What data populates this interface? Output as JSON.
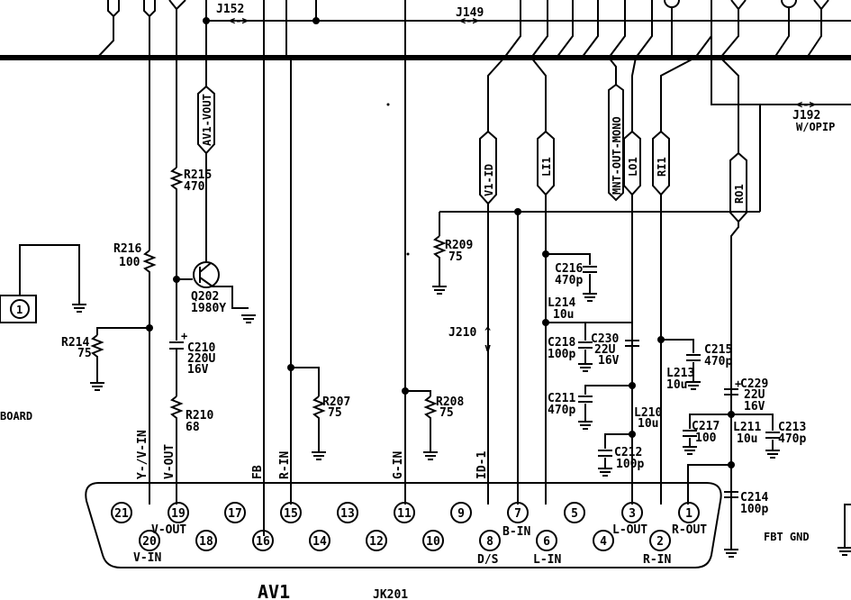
{
  "diagram": {
    "connector_name": "AV1",
    "connector_ref": "JK201",
    "side_label": "BOARD",
    "left_connector_pin": "1",
    "jumpers": {
      "j152": "J152",
      "j149": "J149",
      "j192": "J192",
      "j192_note": "W/OPIP",
      "j210": "J210"
    },
    "net_tags": {
      "av1_vout": "AV1-VOUT",
      "v1_id": "V1-ID",
      "li1": "LI1",
      "mnt_out_mono": "MNT-OUT-MONO",
      "lo1": "LO1",
      "ri1": "RI1",
      "ro1": "RO1"
    },
    "signal_labels": {
      "y_v_in": "Y-/V-IN",
      "v_out": "V-OUT",
      "fb": "FB",
      "r_in": "R-IN",
      "g_in": "G-IN",
      "id_1": "ID-1"
    },
    "pin_labels": {
      "v_in": "V-IN",
      "v_out": "V-OUT",
      "b_in": "B-IN",
      "d_s": "D/S",
      "l_in": "L-IN",
      "l_out": "L-OUT",
      "r_out": "R-OUT",
      "r_in": "R-IN",
      "fbt_gnd": "FBT GND"
    },
    "pins_top": [
      "21",
      "19",
      "17",
      "15",
      "13",
      "11",
      "9",
      "7",
      "5",
      "3",
      "1"
    ],
    "pins_bottom": [
      "20",
      "18",
      "16",
      "14",
      "12",
      "10",
      "8",
      "6",
      "4",
      "2"
    ],
    "components": {
      "r215": {
        "ref": "R215",
        "value": "470"
      },
      "r216": {
        "ref": "R216",
        "value": "100"
      },
      "q202": {
        "ref": "Q202",
        "value": "1980Y"
      },
      "r214": {
        "ref": "R214",
        "value": "75"
      },
      "c210": {
        "ref": "C210",
        "value": "220U",
        "voltage": "16V"
      },
      "r210": {
        "ref": "R210",
        "value": "68"
      },
      "r207": {
        "ref": "R207",
        "value": "75"
      },
      "r208": {
        "ref": "R208",
        "value": "75"
      },
      "r209": {
        "ref": "R209",
        "value": "75"
      },
      "c216": {
        "ref": "C216",
        "value": "470p"
      },
      "l214": {
        "ref": "L214",
        "value": "10u"
      },
      "c218": {
        "ref": "C218",
        "value": "100p"
      },
      "c230": {
        "ref": "C230",
        "value": "22U",
        "voltage": "16V"
      },
      "c211": {
        "ref": "C211",
        "value": "470p"
      },
      "l210": {
        "ref": "L210",
        "value": "10u"
      },
      "c212": {
        "ref": "C212",
        "value": "100p"
      },
      "c215": {
        "ref": "C215",
        "value": "470p"
      },
      "l213": {
        "ref": "L213",
        "value": "10u"
      },
      "c229": {
        "ref": "C229",
        "value": "22U",
        "voltage": "16V"
      },
      "c217": {
        "ref": "C217",
        "value": "100"
      },
      "l211": {
        "ref": "L211",
        "value": "10u"
      },
      "c213": {
        "ref": "C213",
        "value": "470p"
      },
      "c214": {
        "ref": "C214",
        "value": "100p"
      }
    }
  }
}
